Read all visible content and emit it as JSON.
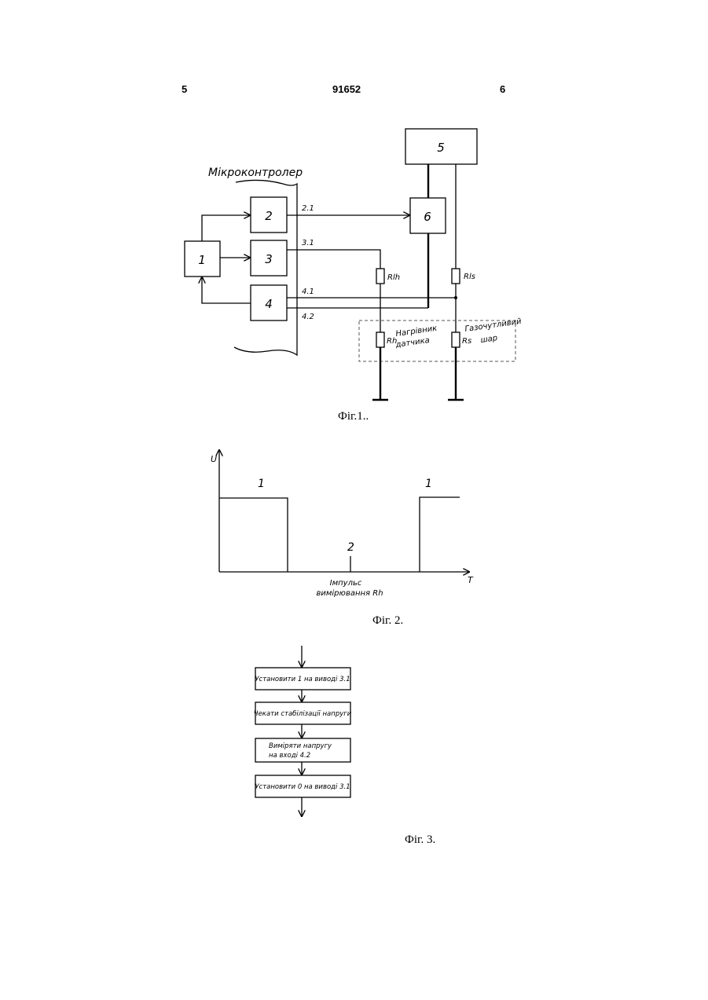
{
  "header": {
    "page_left": "5",
    "patent_number": "91652",
    "page_right": "6"
  },
  "figure1": {
    "caption": "Фіг.1..",
    "microcontroller_label": "Мікроконтролер",
    "blocks": {
      "b1": "1",
      "b2": "2",
      "b3": "3",
      "b4": "4",
      "b5": "5",
      "b6": "6"
    },
    "pins": {
      "p21": "2.1",
      "p31": "3.1",
      "p41": "4.1",
      "p42": "4.2"
    },
    "resistors": {
      "rlh": "Rlh",
      "rls": "Rls",
      "rh": "Rh",
      "rs": "Rs"
    },
    "heater_label_1": "Нагрівник",
    "heater_label_2": "датчика",
    "gas_label_1": "Газочутливий",
    "gas_label_2": "шар"
  },
  "figure2": {
    "caption": "Фіг. 2.",
    "y_axis_label": "U",
    "x_axis_label": "T",
    "level_label_left": "1",
    "level_label_right": "1",
    "pulse_label": "2",
    "pulse_caption_1": "Імпульс",
    "pulse_caption_2": "вимірювання Rh"
  },
  "figure3": {
    "caption": "Фіг. 3.",
    "steps": [
      "Установити 1 на виводі 3.1",
      "Чекати стабілізації напруги",
      "Виміряти напругу",
      "на вході 4.2",
      "Установити 0 на виводі 3.1"
    ]
  }
}
